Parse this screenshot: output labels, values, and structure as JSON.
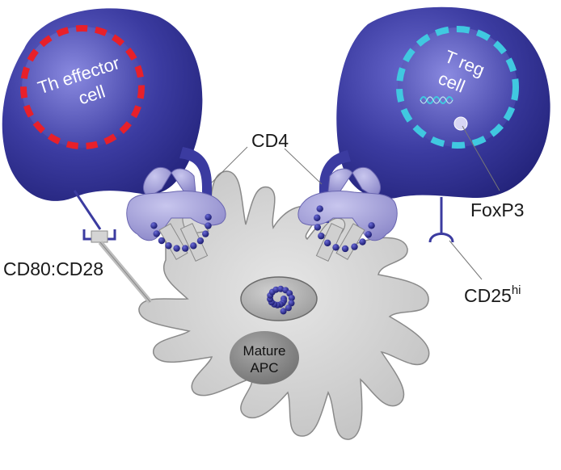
{
  "labels": {
    "th_line1": "Th effector",
    "th_line2": "cell",
    "treg_line1": "T reg",
    "treg_line2": "cell",
    "cd4": "CD4",
    "foxp3": "FoxP3",
    "cd80": "CD80:CD28",
    "cd25_base": "CD25",
    "cd25_sup": "hi",
    "apc_line1": "Mature",
    "apc_line2": "APC"
  },
  "colors": {
    "cell_blue": "#3b3ba0",
    "cell_blue_dark": "#23237a",
    "th_nucleus_ring": "#e8202a",
    "treg_nucleus_ring": "#40c8e0",
    "apc_gray": "#d4d4d4",
    "apc_outline": "#8a8a8a",
    "apc_nucleus": "#8c8c8c",
    "mhc_lavender": "#a9a6d8",
    "peptide_bead": "#2a2a8a"
  }
}
